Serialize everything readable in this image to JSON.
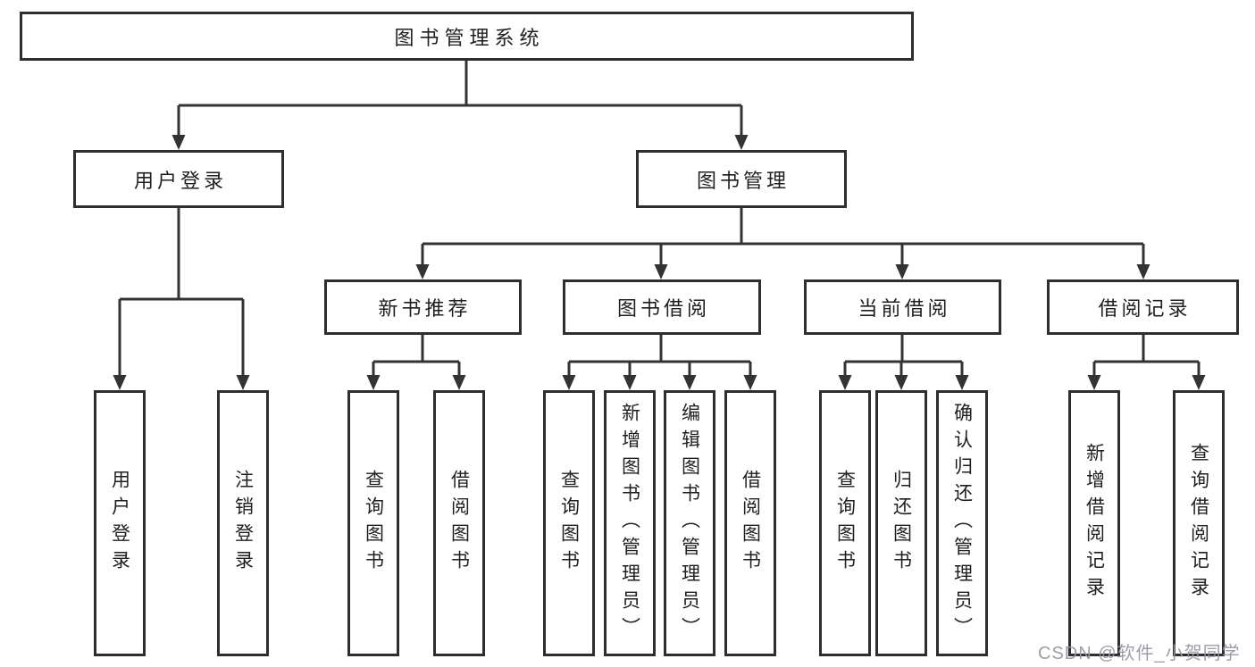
{
  "diagram": {
    "colors": {
      "background": "#ffffff",
      "box_border": "#2e2e2e",
      "line": "#333333",
      "text": "#1f1f1f",
      "watermark": "#9496a0"
    },
    "watermark": "CSDN @软件_小贺同学",
    "nodes": {
      "root": {
        "label": "图书管理系统"
      },
      "user_login_branch": {
        "label": "用户登录"
      },
      "book_mgmt_branch": {
        "label": "图书管理"
      },
      "new_book_rec": {
        "label": "新书推荐"
      },
      "book_borrow": {
        "label": "图书借阅"
      },
      "current_borrow": {
        "label": "当前借阅"
      },
      "borrow_records": {
        "label": "借阅记录"
      },
      "leaves": [
        {
          "label": "用户登录"
        },
        {
          "label": "注销登录"
        },
        {
          "label": "查询图书"
        },
        {
          "label": "借阅图书"
        },
        {
          "label": "查询图书"
        },
        {
          "label": "新增图书（管理员）"
        },
        {
          "label": "编辑图书（管理员）"
        },
        {
          "label": "借阅图书"
        },
        {
          "label": "查询图书"
        },
        {
          "label": "归还图书"
        },
        {
          "label": "确认归还（管理员）"
        },
        {
          "label": "新增借阅记录"
        },
        {
          "label": "查询借阅记录"
        }
      ]
    }
  }
}
